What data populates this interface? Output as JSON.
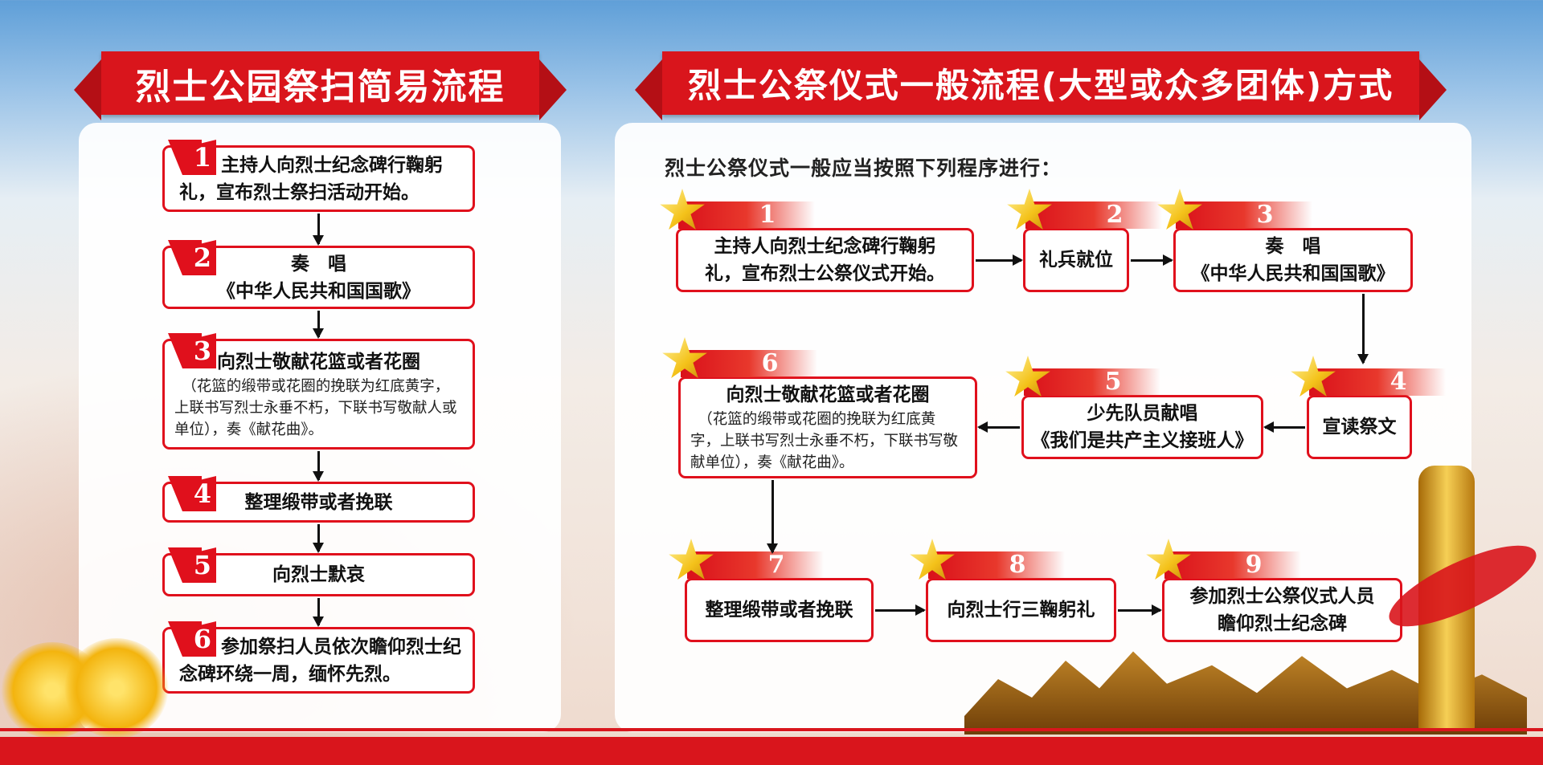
{
  "left_title": "烈士公园祭扫简易流程",
  "right_title": "烈士公祭仪式一般流程(大型或众多团体)方式",
  "right_subtitle": "烈士公祭仪式一般应当按照下列程序进行：",
  "left_steps": [
    {
      "num": "1",
      "lines": [
        "主持人向烈士纪念碑行鞠躬",
        "礼，宣布烈士祭扫活动开始。"
      ]
    },
    {
      "num": "2",
      "lines": [
        "奏　唱",
        "《中华人民共和国国歌》"
      ]
    },
    {
      "num": "3",
      "lines": [
        "向烈士敬献花篮或者花圈"
      ],
      "note": "　（花篮的缎带或花圈的挽联为红底黄字，上联书写烈士永垂不朽，下联书写敬献人或单位），奏《献花曲》。"
    },
    {
      "num": "4",
      "lines": [
        "整理缎带或者挽联"
      ]
    },
    {
      "num": "5",
      "lines": [
        "向烈士默哀"
      ]
    },
    {
      "num": "6",
      "lines": [
        "参加祭扫人员依次瞻仰烈士纪",
        "念碑环绕一周，缅怀先烈。"
      ]
    }
  ],
  "right_steps": [
    {
      "num": "1",
      "lines": [
        "主持人向烈士纪念碑行鞠躬",
        "礼，宣布烈士公祭仪式开始。"
      ]
    },
    {
      "num": "2",
      "lines": [
        "礼兵就位"
      ]
    },
    {
      "num": "3",
      "lines": [
        "奏　唱",
        "《中华人民共和国国歌》"
      ]
    },
    {
      "num": "4",
      "lines": [
        "宣读祭文"
      ]
    },
    {
      "num": "5",
      "lines": [
        "少先队员献唱",
        "《我们是共产主义接班人》"
      ]
    },
    {
      "num": "6",
      "lines": [
        "向烈士敬献花篮或者花圈"
      ],
      "note": "　（花篮的缎带或花圈的挽联为红底黄字，上联书写烈士永垂不朽，下联书写敬献单位），奏《献花曲》。"
    },
    {
      "num": "7",
      "lines": [
        "整理缎带或者挽联"
      ]
    },
    {
      "num": "8",
      "lines": [
        "向烈士行三鞠躬礼"
      ]
    },
    {
      "num": "9",
      "lines": [
        "参加烈士公祭仪式人员",
        "瞻仰烈士纪念碑"
      ]
    }
  ],
  "colors": {
    "accent": "#d9151c",
    "star": "#f4c21a"
  }
}
